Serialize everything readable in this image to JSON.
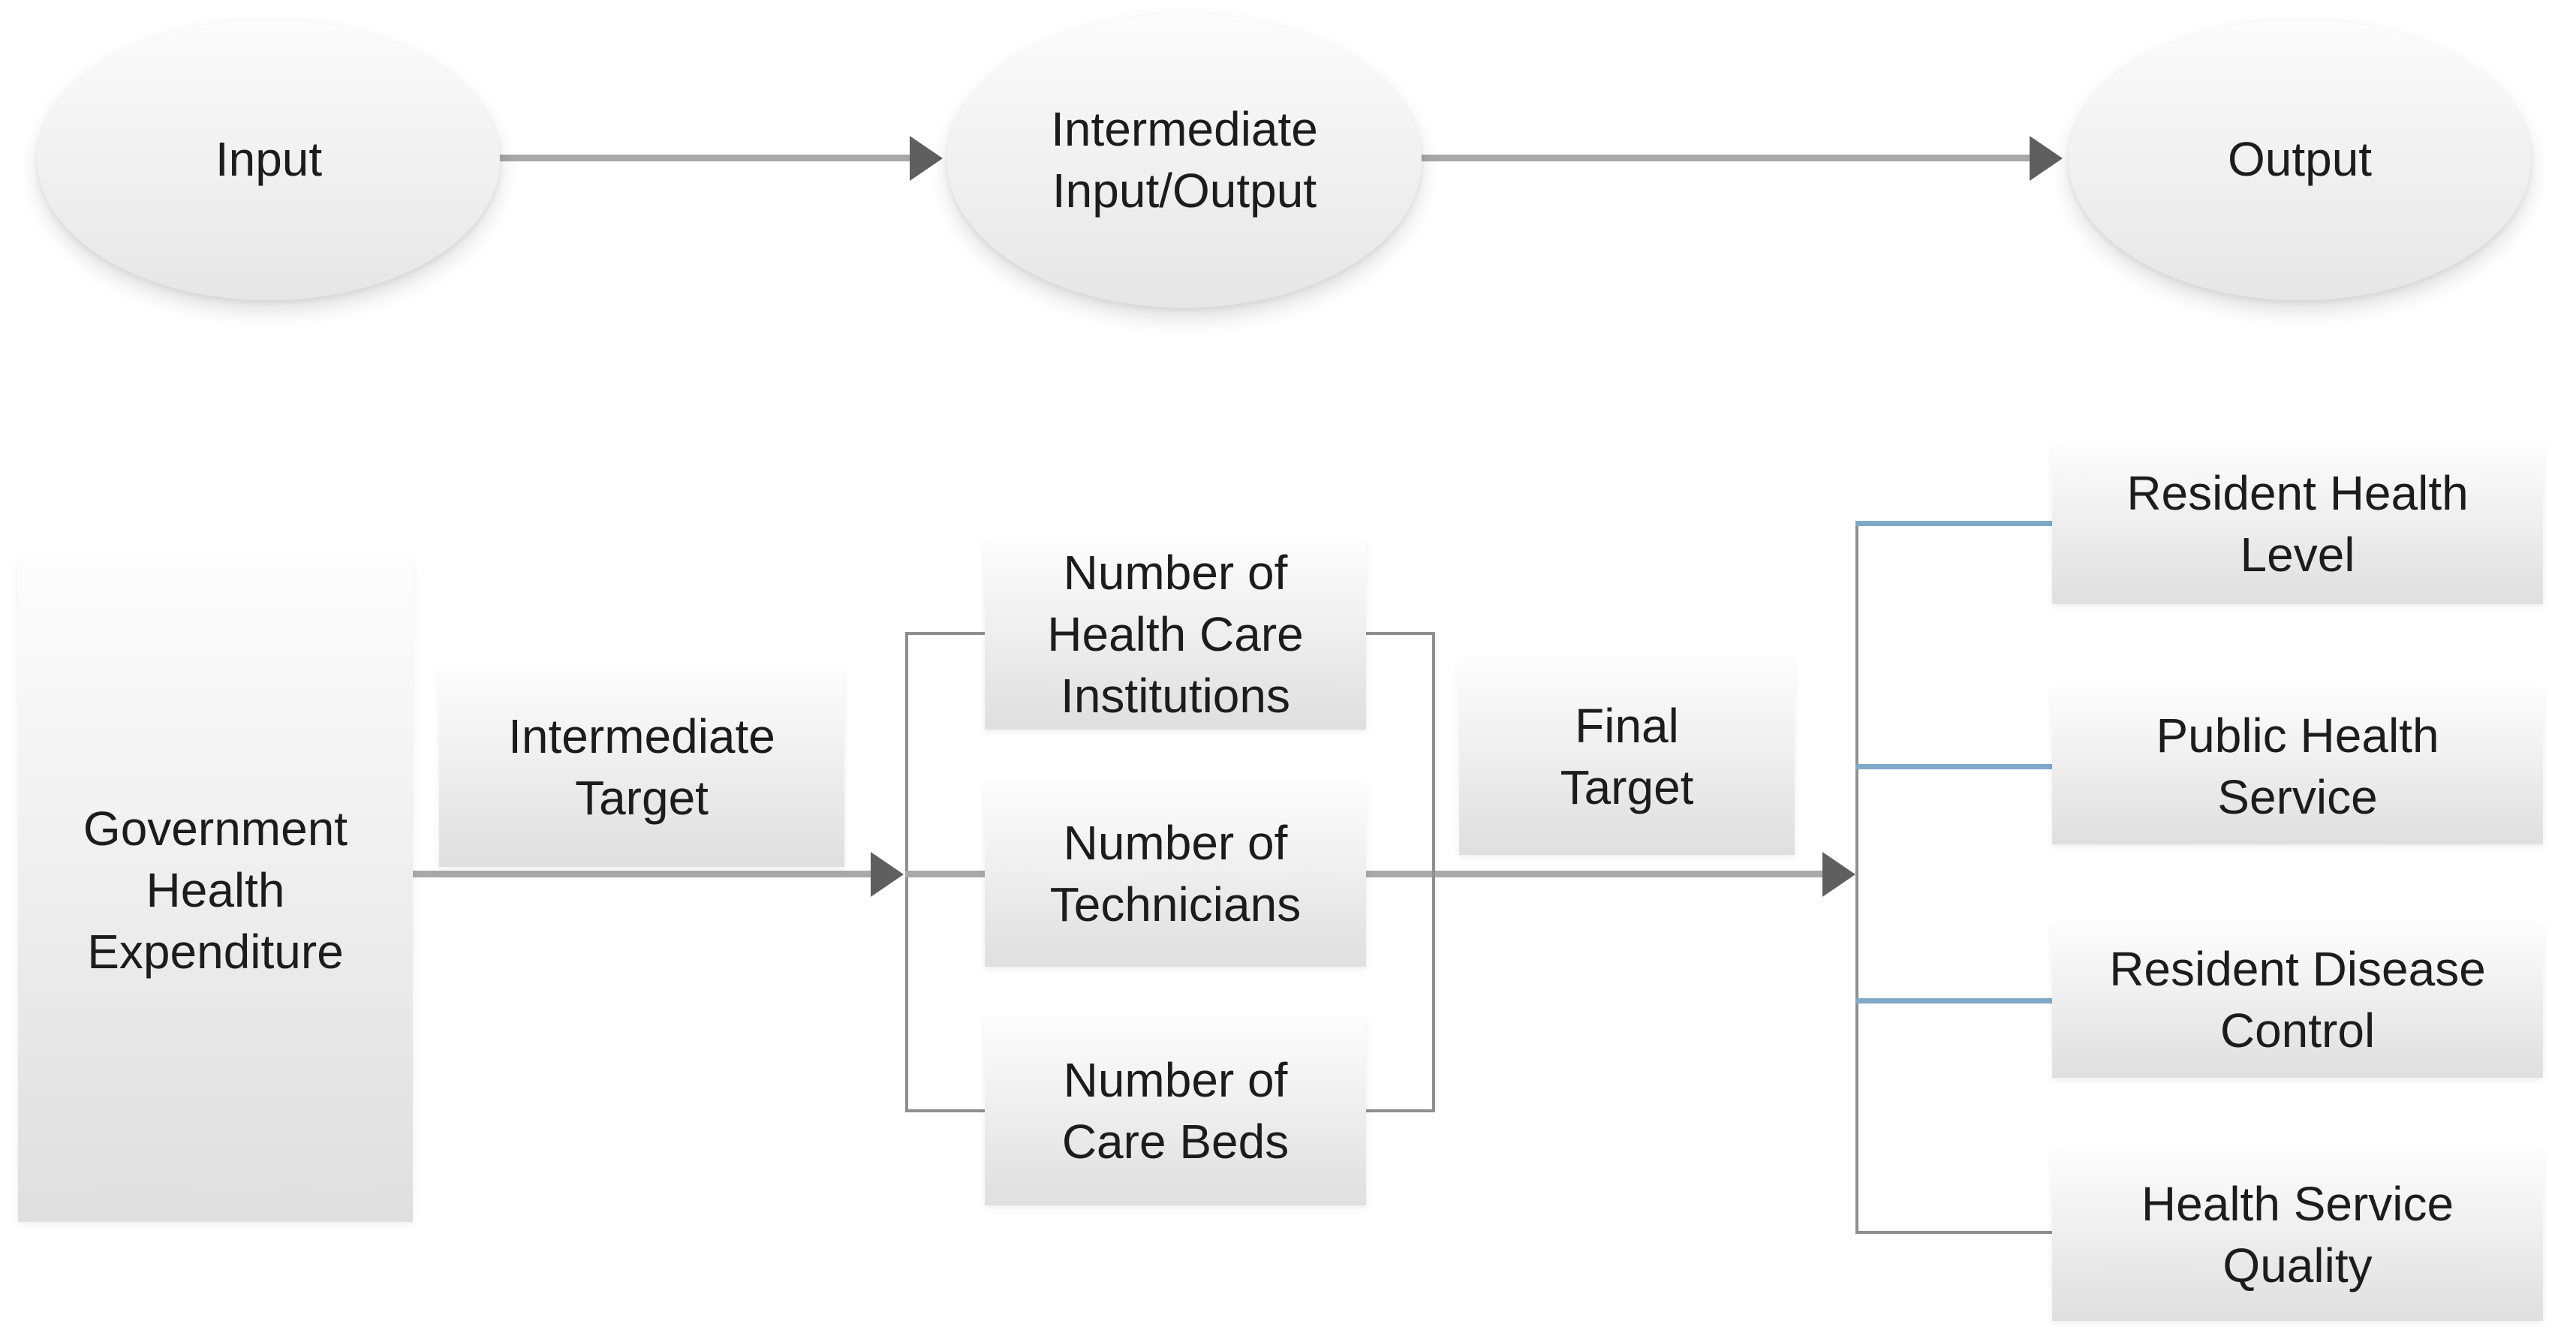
{
  "top_flow": {
    "nodes": [
      {
        "label": "Input"
      },
      {
        "label": "Intermediate Input/Output"
      },
      {
        "label": "Output"
      }
    ]
  },
  "bottom_flow": {
    "input_box": {
      "label": "Government Health Expenditure"
    },
    "intermediate_target": {
      "label": "Intermediate Target"
    },
    "intermediate_items": [
      {
        "label": "Number of Health Care Institutions"
      },
      {
        "label": "Number of Technicians"
      },
      {
        "label": "Number of Care Beds"
      }
    ],
    "final_target": {
      "label": "Final Target"
    },
    "output_items": [
      {
        "label": "Resident Health Level"
      },
      {
        "label": "Public Health Service"
      },
      {
        "label": "Resident Disease Control"
      },
      {
        "label": "Health Service Quality"
      }
    ]
  },
  "colors": {
    "background": "#ffffff",
    "arrow_line": "#a8a8a8",
    "arrowhead": "#5f5f5f",
    "bracket_line": "#8f8f8f",
    "blue_connector": "#7ea9c9",
    "node_fill_top": "#fcfcfc",
    "node_fill_bottom": "#dfdfdf",
    "text": "#1c1c1c"
  }
}
